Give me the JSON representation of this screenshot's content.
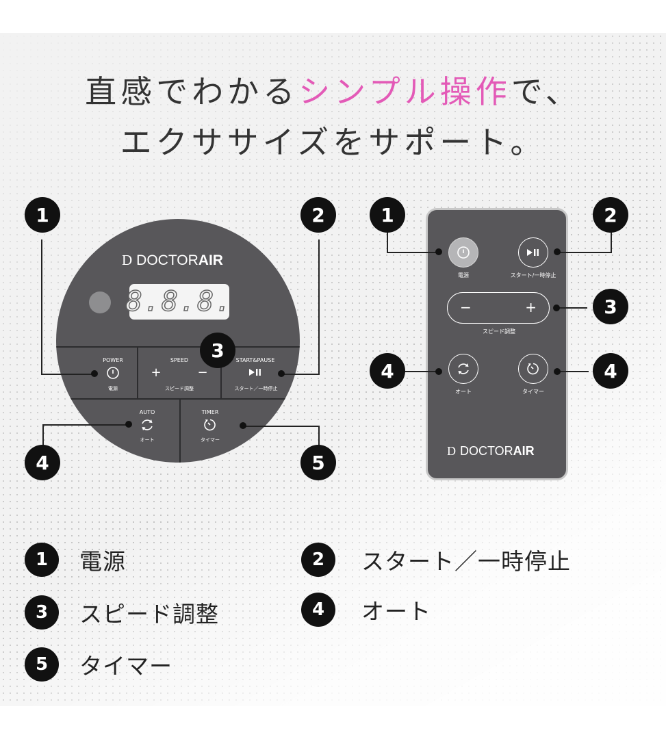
{
  "headline": {
    "line1_a": "直感でわかる",
    "line1_highlight": "シンプル操作",
    "line1_b": "で、",
    "line2": "エクササイズをサポート。",
    "highlight_color": "#e35ab7"
  },
  "brand": {
    "mark": "D",
    "name_light": "DOCTOR",
    "name_bold": "AIR"
  },
  "panel": {
    "display_digits": "8.8.8.",
    "power_label": "POWER",
    "power_sub": "電源",
    "speed_label": "SPEED",
    "speed_plus": "+",
    "speed_minus": "−",
    "speed_sub": "スピード調整",
    "start_label": "START&PAUSE",
    "start_sub": "スタート／一時停止",
    "auto_label": "AUTO",
    "auto_sub": "オート",
    "timer_label": "TIMER",
    "timer_sub": "タイマー"
  },
  "remote": {
    "power_sub": "電源",
    "start_sub": "スタート/一時停止",
    "minus": "−",
    "plus": "+",
    "speed_sub": "スピード調整",
    "auto_sub": "オート",
    "timer_sub": "タイマー"
  },
  "badges": {
    "n1": "1",
    "n2": "2",
    "n3": "3",
    "n4": "4",
    "n5": "5"
  },
  "legend": [
    {
      "num": "1",
      "text": "電源"
    },
    {
      "num": "2",
      "text": "スタート／一時停止"
    },
    {
      "num": "3",
      "text": "スピード調整"
    },
    {
      "num": "4",
      "text": "オート"
    },
    {
      "num": "5",
      "text": "タイマー"
    }
  ],
  "icons": {
    "power": "power-icon",
    "play_pause": "play-pause-icon",
    "auto": "auto-rotate-icon",
    "timer": "timer-icon"
  }
}
